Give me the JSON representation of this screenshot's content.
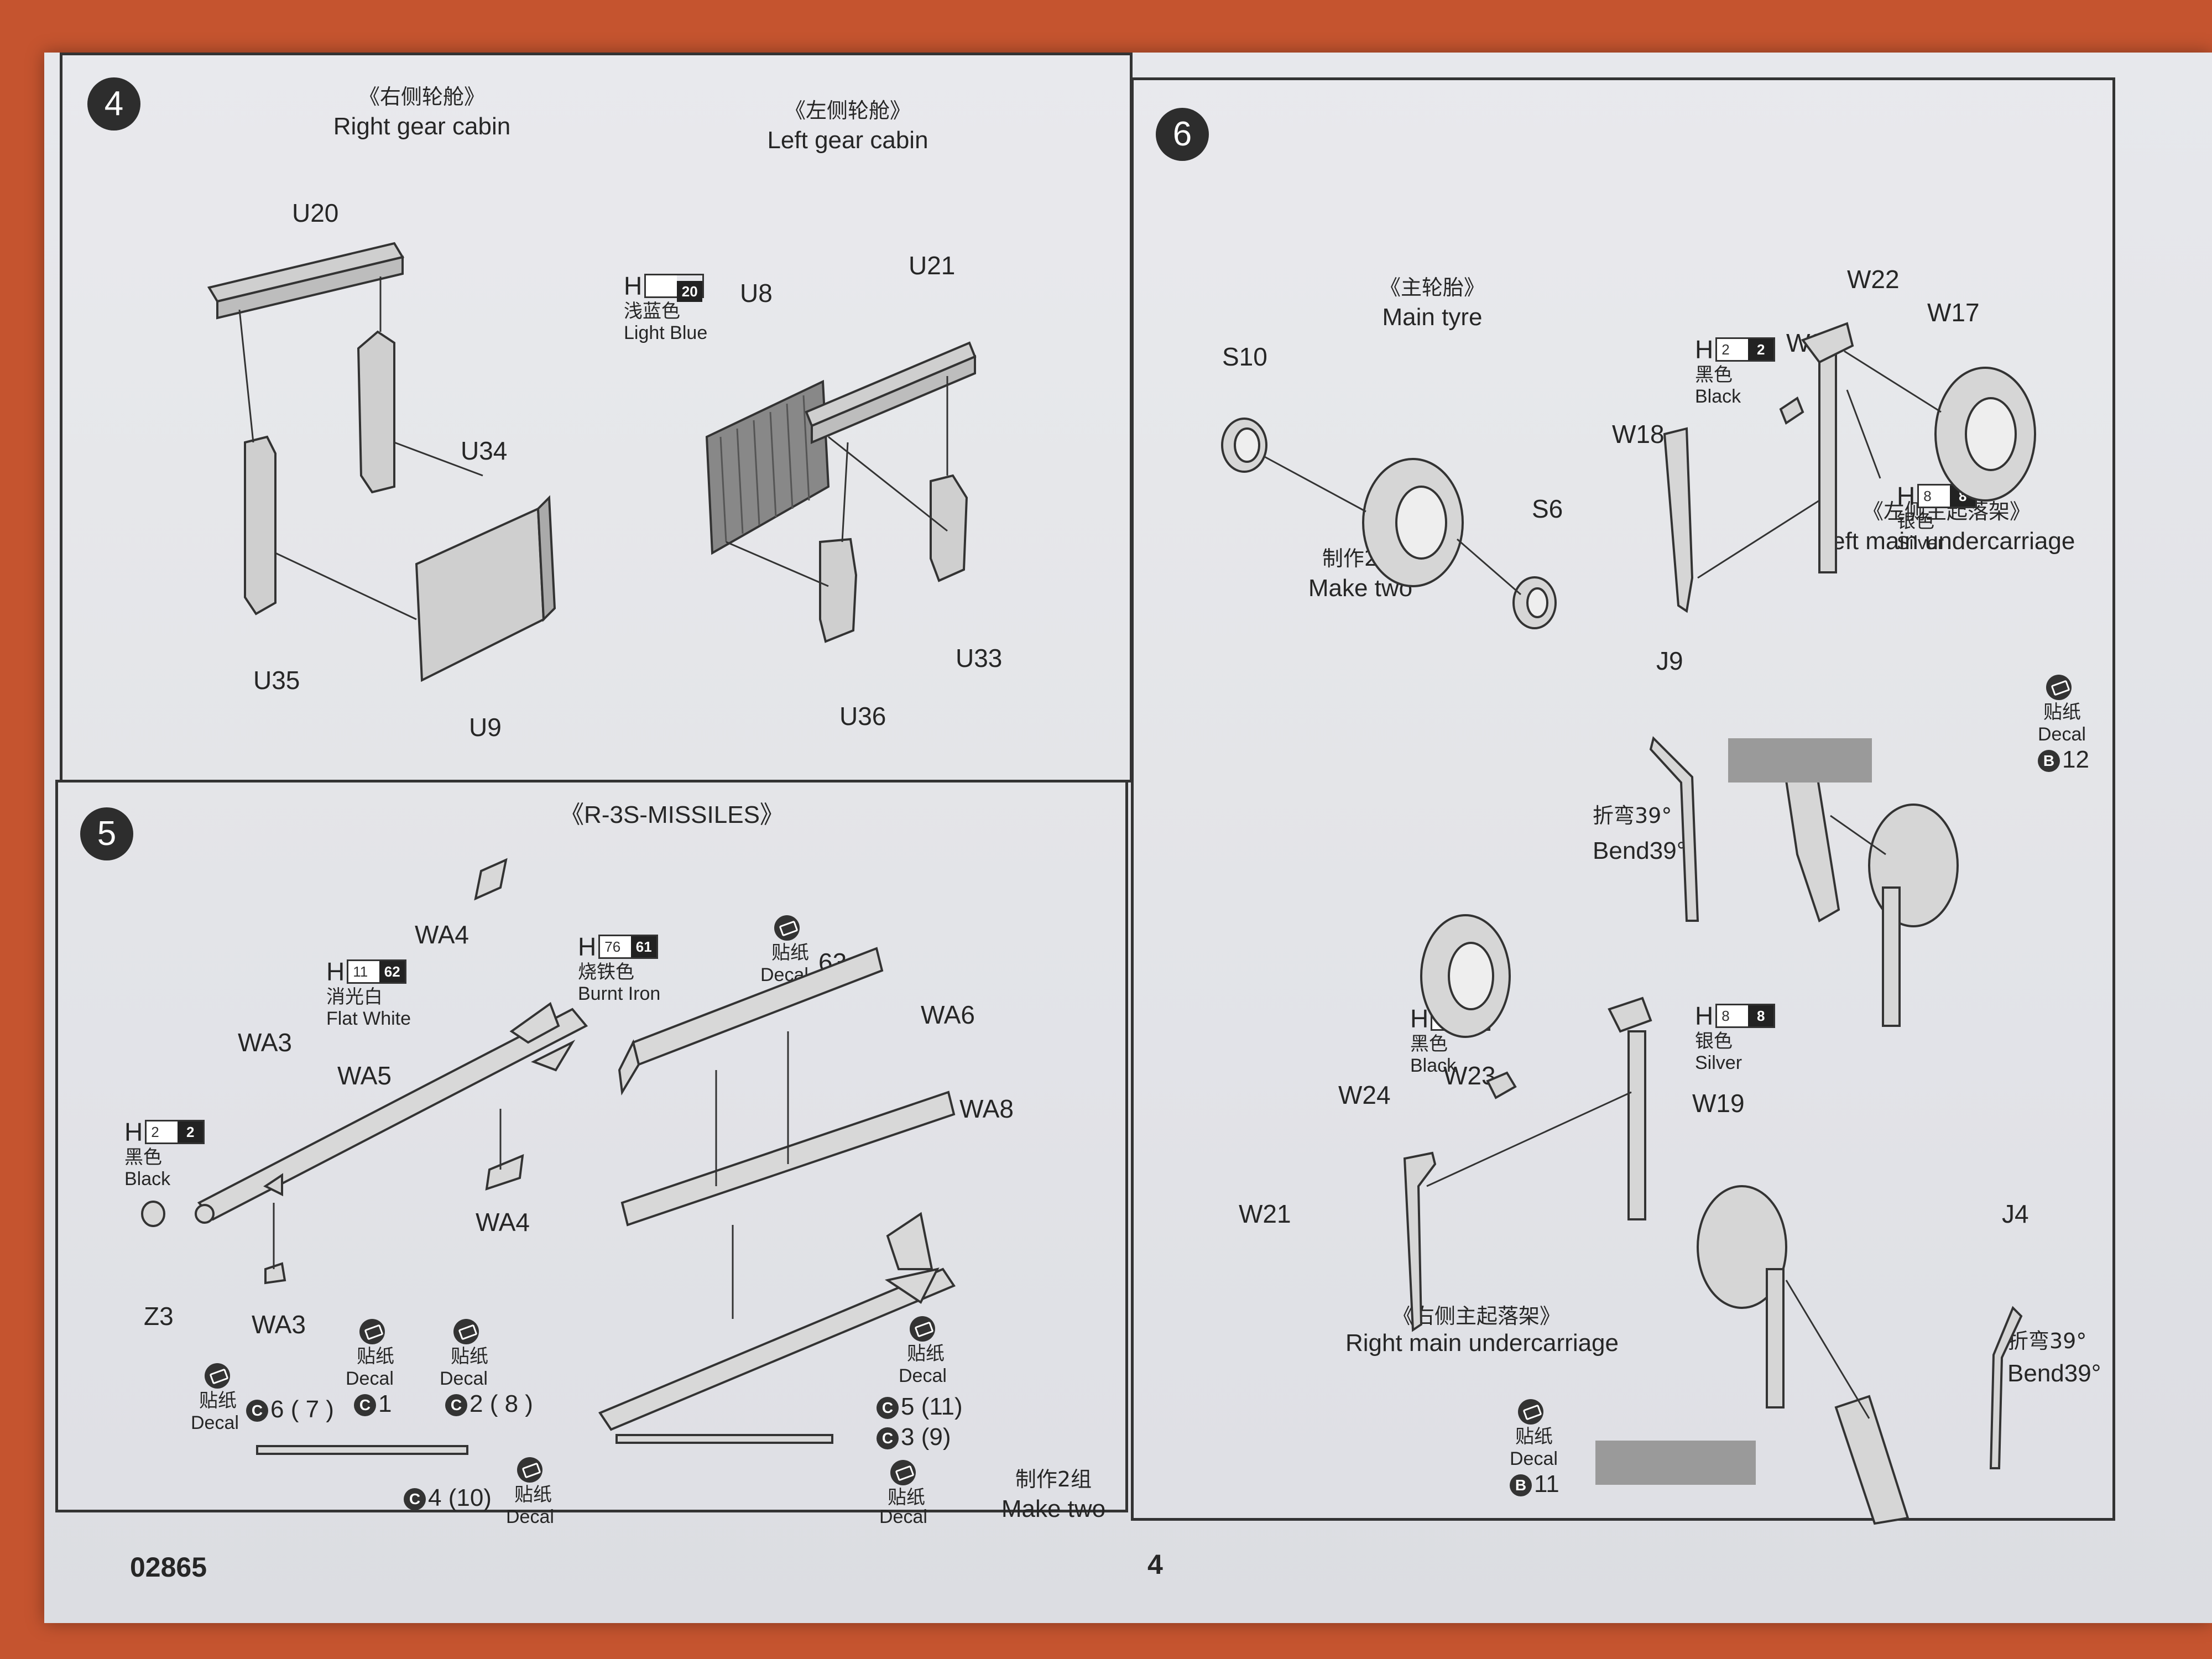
{
  "footer": {
    "code": "02865",
    "page": "4"
  },
  "step4": {
    "number": "4",
    "right_cabin_zh": "《右侧轮舱》",
    "right_cabin_en": "Right gear cabin",
    "left_cabin_zh": "《左侧轮舱》",
    "left_cabin_en": "Left gear cabin",
    "parts": {
      "u20": "U20",
      "u34": "U34",
      "u35": "U35",
      "u9": "U9",
      "u8": "U8",
      "u21": "U21",
      "u33": "U33",
      "u36": "U36"
    },
    "paint": {
      "h": "H",
      "code_white": "",
      "code_black": "20",
      "zh": "浅蓝色",
      "en": "Light Blue"
    }
  },
  "step5": {
    "number": "5",
    "title": "《R-3S-MISSILES》",
    "parts": {
      "wa4_top": "WA4",
      "wa3_top": "WA3",
      "wa5": "WA5",
      "wa4_bottom": "WA4",
      "wa3_bottom": "WA3",
      "z3": "Z3",
      "wa6": "WA6",
      "wa8": "WA8"
    },
    "paint_flat_white": {
      "h": "H",
      "code_white": "11",
      "code_black": "62",
      "zh": "消光白",
      "en": "Flat White"
    },
    "paint_burnt_iron": {
      "h": "H",
      "code_white": "76",
      "code_black": "61",
      "zh": "烧铁色",
      "en": "Burnt Iron"
    },
    "paint_black": {
      "h": "H",
      "code_white": "2",
      "code_black": "2",
      "zh": "黑色",
      "en": "Black"
    },
    "decal_zh": "贴纸",
    "decal_en": "Decal",
    "decal_63": "63",
    "decal_c": "C",
    "decal_6_7": "6 ( 7 )",
    "decal_1": "1",
    "decal_2_8": "2 ( 8 )",
    "decal_4_10": "4 (10)",
    "decal_5_11": "5 (11)",
    "decal_3_9": "3 (9)",
    "make_two_zh": "制作2组",
    "make_two_en": "Make two"
  },
  "step6": {
    "number": "6",
    "main_tyre_zh": "《主轮胎》",
    "main_tyre_en": "Main tyre",
    "make_two_zh": "制作2组",
    "make_two_en": "Make two",
    "left_uc_zh": "《左侧主起落架》",
    "left_uc_en": "Left main undercarriage",
    "right_uc_zh": "《右侧主起落架》",
    "right_uc_en": "Right main undercarriage",
    "bend_zh": "折弯39°",
    "bend_en": "Bend39°",
    "parts": {
      "s10": "S10",
      "s6": "S6",
      "w22": "W22",
      "w17": "W17",
      "w25": "W25",
      "w18": "W18",
      "j9": "J9",
      "w24": "W24",
      "w23": "W23",
      "w19": "W19",
      "w21": "W21",
      "j4": "J4"
    },
    "paint_black_top": {
      "h": "H",
      "code_white": "2",
      "code_black": "2",
      "zh": "黑色",
      "en": "Black"
    },
    "paint_silver_top": {
      "h": "H",
      "code_white": "8",
      "code_black": "8",
      "zh": "银色",
      "en": "Silver"
    },
    "paint_black_bottom": {
      "h": "H",
      "code_white": "2",
      "code_black": "2",
      "zh": "黑色",
      "en": "Black"
    },
    "paint_silver_bottom": {
      "h": "H",
      "code_white": "8",
      "code_black": "8",
      "zh": "银色",
      "en": "Silver"
    },
    "decal_zh": "贴纸",
    "decal_en": "Decal",
    "decal_b": "B",
    "decal_12": "12",
    "decal_11": "11"
  }
}
